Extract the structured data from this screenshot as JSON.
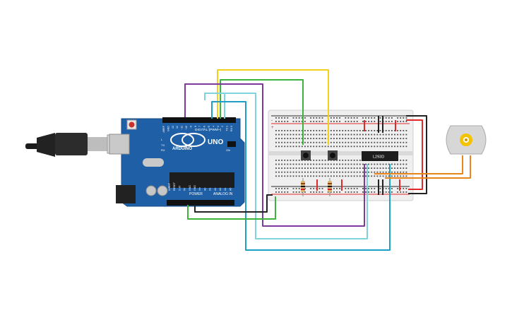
{
  "colors": {
    "arduino_board": "#1f5fa6",
    "breadboard": "#efefef",
    "wire_yellow": "#f2d11b",
    "wire_green": "#3cb33c",
    "wire_purple": "#7e3a9a",
    "wire_cyan": "#7fd3dc",
    "wire_blue": "#1ea0c6",
    "wire_black": "#222222",
    "wire_red": "#e02a2a",
    "wire_orange": "#e8861c",
    "motor_body": "#d7d7d7",
    "motor_shaft": "#f3c300"
  },
  "arduino": {
    "brand": "ARDUINO",
    "model": "UNO",
    "digital_header_label": "DIGITAL (PWM~)",
    "power_label": "POWER",
    "analog_label": "ANALOG IN",
    "pin_labels_top": [
      "AREF",
      "GND",
      "13",
      "12",
      "~11",
      "~10",
      "~9",
      "8",
      "7",
      "~6",
      "~5",
      "4",
      "~3",
      "2",
      "TX 1",
      "RX 0"
    ],
    "pin_labels_bottom": [
      "IOREF",
      "RESET",
      "3.3V",
      "5V",
      "GND",
      "GND",
      "Vin",
      "A0",
      "A1",
      "A2",
      "A3",
      "A4",
      "A5"
    ],
    "led_labels": [
      "L",
      "TX",
      "RX",
      "ON"
    ]
  },
  "breadboard": {
    "rail_plus": "+",
    "rail_minus": "-"
  },
  "chip": {
    "label": "L293D"
  },
  "icons": [
    "usb-cable-icon",
    "motor-icon",
    "pushbutton-icon",
    "resistor-icon"
  ]
}
